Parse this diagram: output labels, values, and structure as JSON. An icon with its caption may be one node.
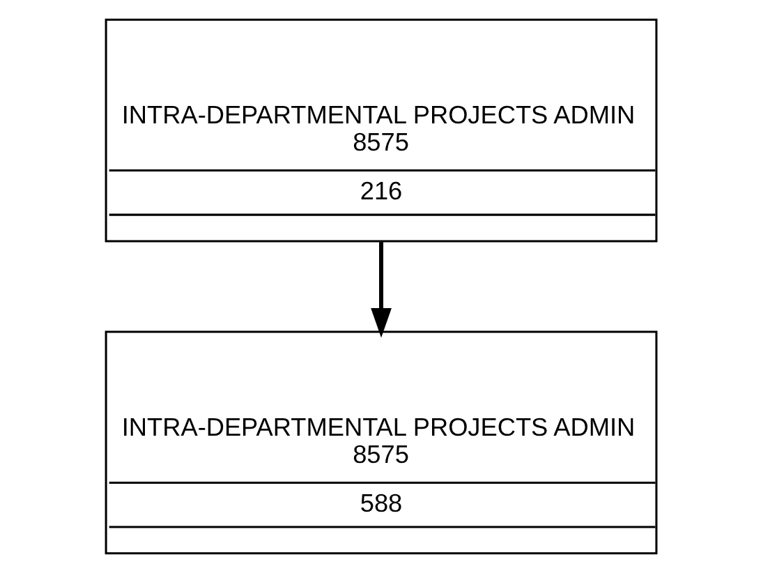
{
  "diagram": {
    "nodes": [
      {
        "text": [
          "INTRA-DEPARTMENTAL PROJECTS ADMIN",
          "8575",
          "216"
        ]
      },
      {
        "text": [
          "INTRA-DEPARTMENTAL PROJECTS ADMIN",
          "8575",
          "588"
        ]
      }
    ],
    "edges": [
      {
        "from": 0,
        "to": 1,
        "arrow": "to"
      }
    ]
  }
}
